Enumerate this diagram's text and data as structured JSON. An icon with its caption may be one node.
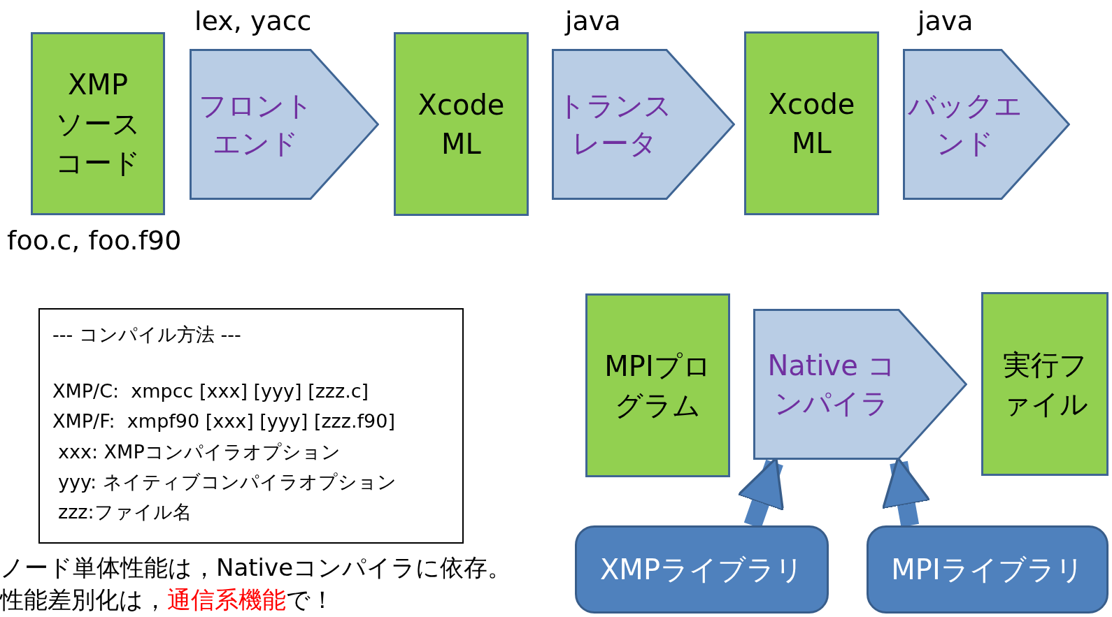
{
  "diagram": {
    "nodes": [
      {
        "text": [
          "XMP ソースコード"
        ],
        "beside": [
          "foo.c, foo.f90"
        ]
      },
      {
        "text": [
          "フロントエンド"
        ],
        "beside": [
          "lex, yacc"
        ]
      },
      {
        "text": [
          "Xcode ML"
        ]
      },
      {
        "text": [
          "トランスレータ"
        ],
        "beside": [
          "java"
        ]
      },
      {
        "text": [
          "Xcode ML"
        ]
      },
      {
        "text": [
          "バックエンド"
        ],
        "beside": [
          "java"
        ]
      },
      {
        "text": [
          "MPIプログラム"
        ]
      },
      {
        "text": [
          "Native コンパイラ"
        ]
      },
      {
        "text": [
          "実行ファイル"
        ]
      },
      {
        "text": [
          "XMPライブラリ"
        ]
      },
      {
        "text": [
          "MPIライブラリ"
        ]
      },
      {
        "text": [
          "--- コンパイル方法 ---",
          "XMP/C:  xmpcc [xxx] [yyy] [zzz.c]",
          "XMP/F:  xmpf90 [xxx] [yyy] [zzz.f90]",
          "xxx: XMPコンパイラオプション",
          "yyy: ネイティブコンパイラオプション",
          "zzz:ファイル名"
        ]
      }
    ],
    "edges": [
      {
        "from": 9,
        "to": 7,
        "arrow": "to"
      },
      {
        "from": 10,
        "to": 7,
        "arrow": "to"
      }
    ],
    "labels": [
      "ノード単体性能は，Nativeコンパイラに依存。",
      "性能差別化は，**通信系機能**で！"
    ]
  }
}
